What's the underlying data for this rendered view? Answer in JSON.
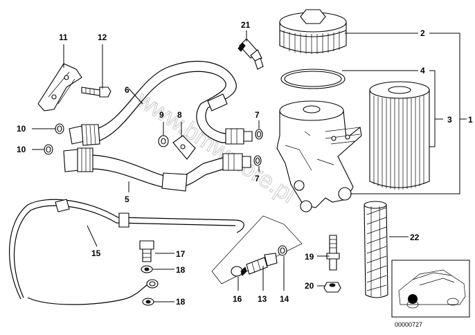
{
  "watermark": "www.bmwstore.pl",
  "part_number": "00000727",
  "callouts": {
    "c1": "1",
    "c2": "2",
    "c3": "3",
    "c4": "4",
    "c5": "5",
    "c6": "6",
    "c7a": "7",
    "c7b": "7",
    "c8": "8",
    "c9": "9",
    "c10a": "10",
    "c10b": "10",
    "c11": "11",
    "c12": "12",
    "c13": "13",
    "c14": "14",
    "c15": "15",
    "c16": "16",
    "c17": "17",
    "c18a": "18",
    "c18b": "18",
    "c19": "19",
    "c20": "20",
    "c21": "21",
    "c22": "22"
  }
}
